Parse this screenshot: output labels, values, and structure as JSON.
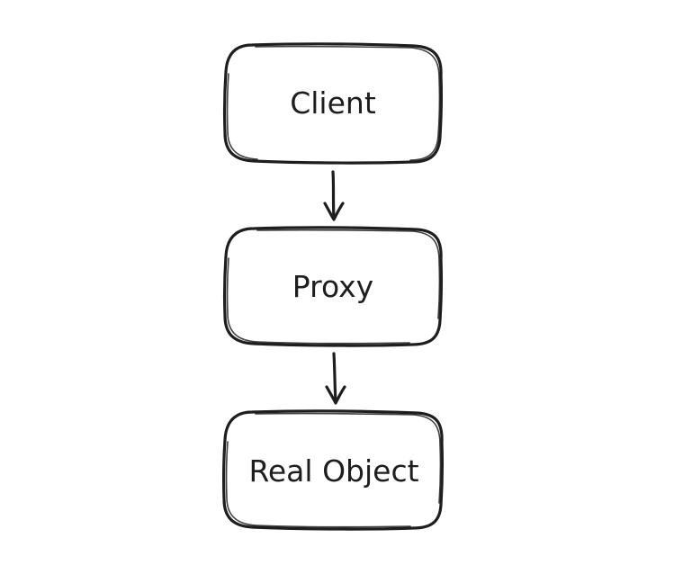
{
  "diagram": {
    "nodes": [
      {
        "id": "client",
        "label": "Client"
      },
      {
        "id": "proxy",
        "label": "Proxy"
      },
      {
        "id": "real-object",
        "label": "Real Object"
      }
    ],
    "edges": [
      {
        "from": "client",
        "to": "proxy"
      },
      {
        "from": "proxy",
        "to": "real-object"
      }
    ],
    "colors": {
      "stroke": "#1e1e1e",
      "background": "#ffffff"
    }
  }
}
